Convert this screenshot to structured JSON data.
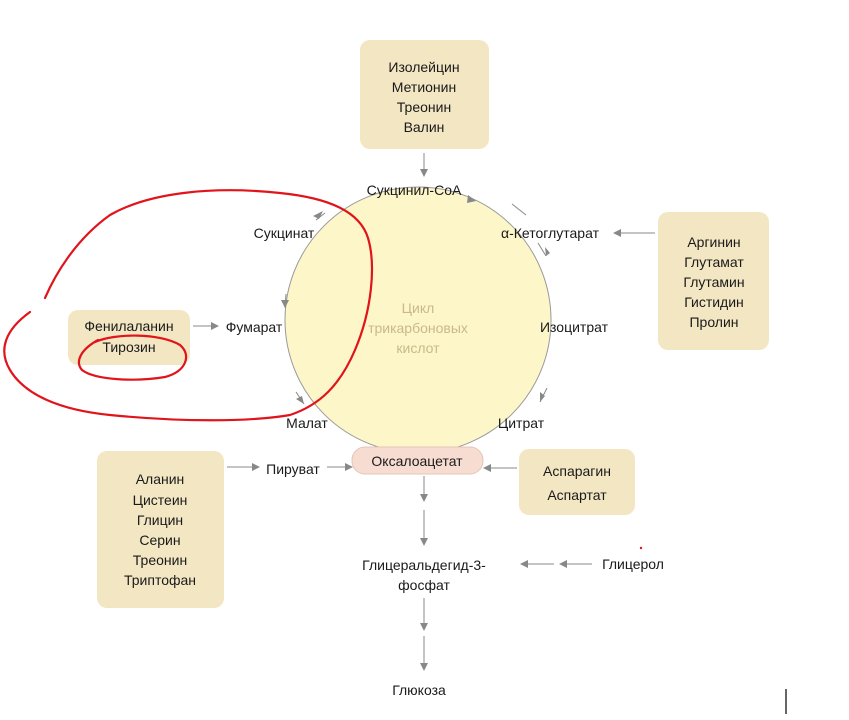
{
  "colors": {
    "box_fill": "#f3e6c3",
    "cycle_fill": "#fdf6c8",
    "oxaloacetate_fill": "#f7dcd2",
    "arrow": "#888888",
    "annotation": "#e0141a"
  },
  "cycle": {
    "center_lines": [
      "Цикл",
      "трикарбоновых",
      "кислот"
    ],
    "nodes": {
      "succinyl_coa": "Сукцинил-CoA",
      "alpha_ketoglutarate": "α-Кетоглутарат",
      "succinate": "Сукцинат",
      "fumarate": "Фумарат",
      "isocitrate": "Изоцитрат",
      "malate": "Малат",
      "citrate": "Цитрат",
      "oxaloacetate": "Оксалоацетат"
    }
  },
  "amino_groups": {
    "top": [
      "Изолейцин",
      "Метионин",
      "Треонин",
      "Валин"
    ],
    "right": [
      "Аргинин",
      "Глутамат",
      "Глутамин",
      "Гистидин",
      "Пролин"
    ],
    "left": [
      "Фенилаланин",
      "Тирозин"
    ],
    "bottom_left": [
      "Аланин",
      "Цистеин",
      "Глицин",
      "Серин",
      "Треонин",
      "Триптофан"
    ],
    "bottom_right": [
      "Аспарагин",
      "Аспартат"
    ]
  },
  "pathway": {
    "pyruvate": "Пируват",
    "glyceraldehyde_lines": [
      "Глицеральдегид-3-",
      "фосфат"
    ],
    "glycerol": "Глицерол",
    "glucose": "Глюкоза"
  }
}
